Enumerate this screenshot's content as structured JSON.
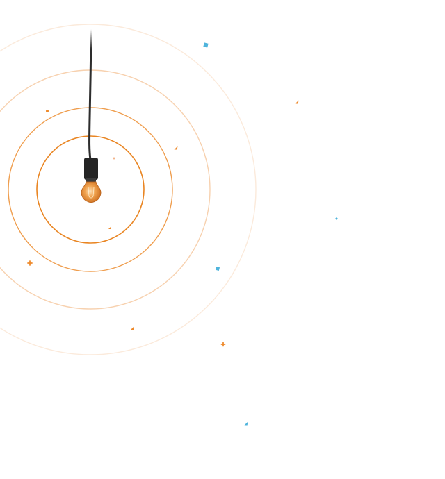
{
  "scene": {
    "background_color": "#ffffff",
    "accent_color": "#ee8a2c",
    "secondary_color": "#4fb4dc",
    "cord_color": "#2d2d2d",
    "socket_color": "#252525",
    "bulb_color": "#e08a35",
    "bulb_glow_color": "#f7b36a",
    "rings": [
      {
        "color": "#e98522",
        "opacity": 1.0
      },
      {
        "color": "#ec8d30",
        "opacity": 0.85
      },
      {
        "color": "#f2b27a",
        "opacity": 0.6
      },
      {
        "color": "#f6cba4",
        "opacity": 0.4
      }
    ],
    "confetti": [
      {
        "shape": "square",
        "color": "#4fb4dc"
      },
      {
        "shape": "triangle",
        "color": "#ee8a2c"
      },
      {
        "shape": "dot",
        "color": "#ee8a2c"
      },
      {
        "shape": "triangle",
        "color": "#ee8a2c"
      },
      {
        "shape": "dot",
        "color": "#f3b48a"
      },
      {
        "shape": "diamond",
        "color": "#4fb4dc"
      },
      {
        "shape": "triangle",
        "color": "#ee8a2c"
      },
      {
        "shape": "square",
        "color": "#4fb4dc"
      },
      {
        "shape": "star",
        "color": "#ee8a2c"
      },
      {
        "shape": "triangle",
        "color": "#ee8a2c"
      },
      {
        "shape": "star",
        "color": "#ee8a2c"
      },
      {
        "shape": "triangle",
        "color": "#4fb4dc"
      }
    ]
  }
}
